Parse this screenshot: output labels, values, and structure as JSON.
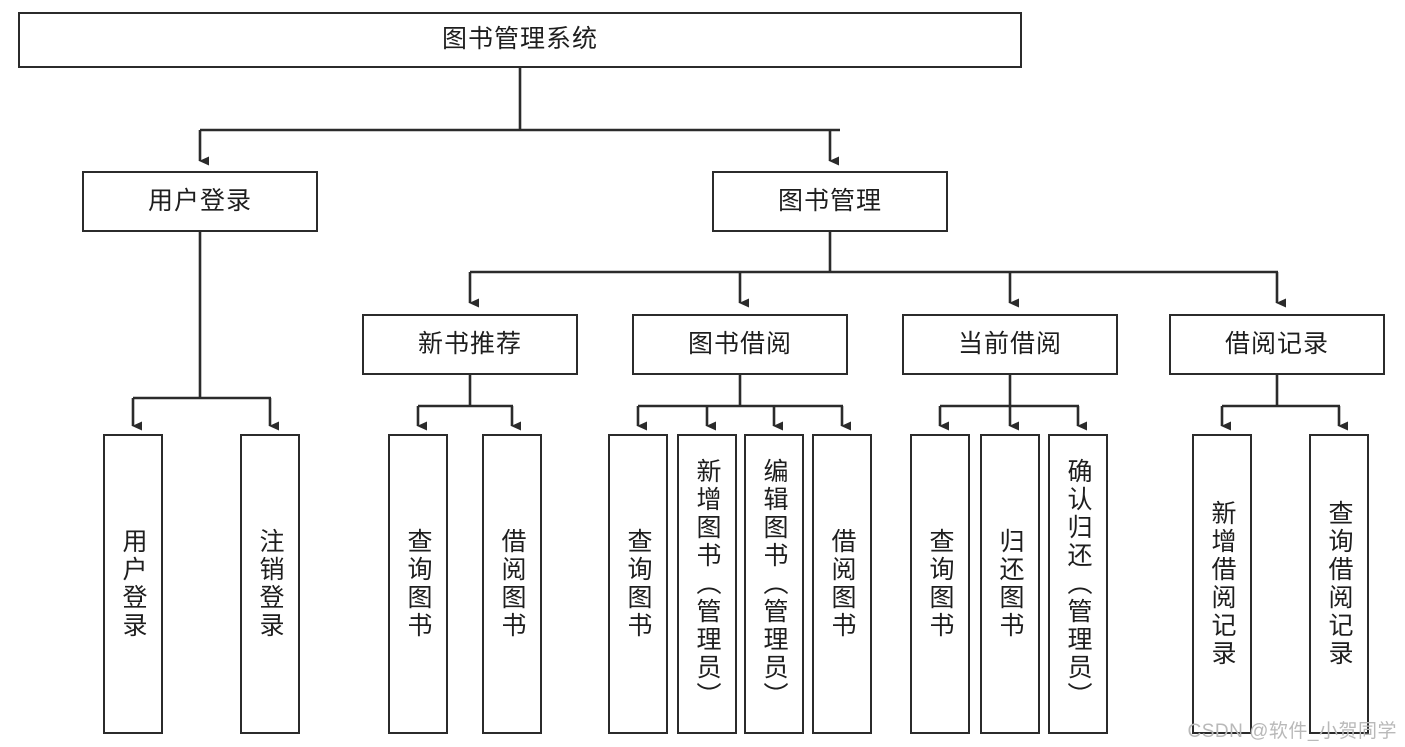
{
  "diagram": {
    "title": "图书管理系统",
    "watermark": "CSDN @软件_小贺同学",
    "colors": {
      "stroke": "#2b2b2b",
      "box_fill": "#ffffff",
      "text": "#1e1e1e",
      "watermark": "#b9b9b9",
      "background": "#ffffff"
    },
    "nodes": {
      "root": {
        "label": "图书管理系统"
      },
      "level2": [
        {
          "label": "用户登录"
        },
        {
          "label": "图书管理"
        }
      ],
      "level3": [
        {
          "label": "新书推荐"
        },
        {
          "label": "图书借阅"
        },
        {
          "label": "当前借阅"
        },
        {
          "label": "借阅记录"
        }
      ],
      "leaves": {
        "user_login": [
          {
            "label": "用户登录"
          },
          {
            "label": "注销登录"
          }
        ],
        "new_book_recommend": [
          {
            "label": "查询图书"
          },
          {
            "label": "借阅图书"
          }
        ],
        "book_borrow": [
          {
            "label": "查询图书"
          },
          {
            "label": "新增图书（管理员）"
          },
          {
            "label": "编辑图书（管理员）"
          },
          {
            "label": "借阅图书"
          }
        ],
        "current_borrow": [
          {
            "label": "查询图书"
          },
          {
            "label": "归还图书"
          },
          {
            "label": "确认归还（管理员）"
          }
        ],
        "borrow_record": [
          {
            "label": "新增借阅记录"
          },
          {
            "label": "查询借阅记录"
          }
        ]
      }
    }
  }
}
